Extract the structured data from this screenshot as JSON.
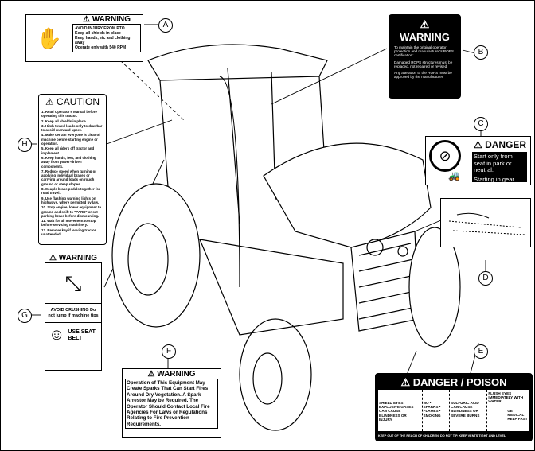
{
  "callouts": [
    "A",
    "B",
    "C",
    "D",
    "E",
    "F",
    "G",
    "H"
  ],
  "decal_a": {
    "title": "WARNING",
    "subtitle": "AVOID INJURY FROM PTO",
    "items": [
      "Keep all shields in place",
      "Keep hands, etc and clothing away",
      "Operate only with 540 RPM"
    ]
  },
  "decal_b": {
    "title": "WARNING",
    "text": "To maintain the original operator protection and manufacturer's ROPS certification:",
    "items": [
      "Damaged ROPS structures must be replaced, not repaired or revised.",
      "Any alteration to the ROPS must be approved by the manufacturer."
    ]
  },
  "decal_c": {
    "title": "DANGER",
    "lines": [
      "Start only from seat in park or neutral.",
      "Starting in gear kills."
    ]
  },
  "decal_e": {
    "title": "DANGER / POISON",
    "col1": "SHIELD EYES EXPLOSIVE GASES CAN CAUSE BLINDNESS OR INJURY",
    "col2": "NO • SPARKS • FLAMES • SMOKING",
    "col3": "SULFURIC ACID CAN CAUSE BLINDNESS OR SEVERE BURNS",
    "col4a": "FLUSH EYES IMMEDIATELY WITH WATER",
    "col4b": "GET MEDICAL HELP FAST",
    "footer": "KEEP OUT OF THE REACH OF CHILDREN. DO NOT TIP. KEEP VENTS TIGHT AND LEVEL."
  },
  "decal_f": {
    "title": "WARNING",
    "text": "Operation of This Equipment May Create Sparks That Can Start Fires Around Dry Vegetation. A Spark Arrestor May be Required. The Operator Should Contact Local Fire Agencies For Laws or Regulations Relating to Fire Prevention Requirements."
  },
  "decal_g": {
    "title": "WARNING",
    "text1": "AVOID CRUSHING Do not jump if machine tips",
    "text2": "USE SEAT BELT"
  },
  "decal_h": {
    "title": "CAUTION",
    "items": [
      "1. Read Operator's Manual before operating this tractor.",
      "2. Keep all shields in place.",
      "3. Hitch towed loads only to drawbar to avoid rearward upset.",
      "4. Make certain everyone is clear of machine before starting engine or operation.",
      "5. Keep all riders off tractor and implement.",
      "6. Keep hands, feet, and clothing away from power-driven components.",
      "7. Reduce speed when turning or applying individual brakes or carrying around loads on rough ground or steep slopes.",
      "8. Couple brake pedals together for road travel.",
      "9. Use flashing warning lights on highways, where permitted by law.",
      "10. Stop engine, lower equipment to ground and shift to \"PARK\" or set parking brake before dismounting.",
      "11. Wait for all movement to stop before servicing machinery.",
      "12. Remove key if leaving tractor unattended."
    ]
  }
}
